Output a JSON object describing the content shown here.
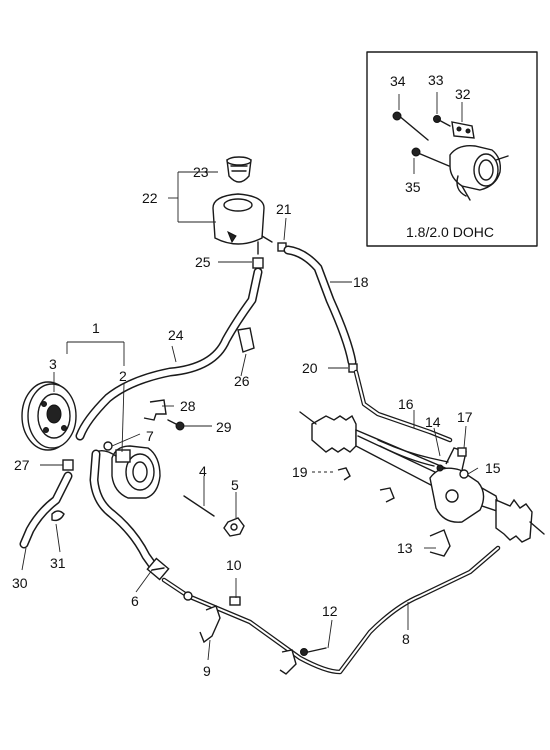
{
  "diagram": {
    "inset_caption": "1.8/2.0 DOHC",
    "callouts": [
      {
        "id": "c1",
        "text": "1"
      },
      {
        "id": "c2",
        "text": "2"
      },
      {
        "id": "c3",
        "text": "3"
      },
      {
        "id": "c4",
        "text": "4"
      },
      {
        "id": "c5",
        "text": "5"
      },
      {
        "id": "c6",
        "text": "6"
      },
      {
        "id": "c7",
        "text": "7"
      },
      {
        "id": "c8",
        "text": "8"
      },
      {
        "id": "c9",
        "text": "9"
      },
      {
        "id": "c10",
        "text": "10"
      },
      {
        "id": "c12",
        "text": "12"
      },
      {
        "id": "c13",
        "text": "13"
      },
      {
        "id": "c14",
        "text": "14"
      },
      {
        "id": "c15",
        "text": "15"
      },
      {
        "id": "c16",
        "text": "16"
      },
      {
        "id": "c17",
        "text": "17"
      },
      {
        "id": "c18",
        "text": "18"
      },
      {
        "id": "c19",
        "text": "19"
      },
      {
        "id": "c20",
        "text": "20"
      },
      {
        "id": "c21",
        "text": "21"
      },
      {
        "id": "c22",
        "text": "22"
      },
      {
        "id": "c23",
        "text": "23"
      },
      {
        "id": "c24",
        "text": "24"
      },
      {
        "id": "c25",
        "text": "25"
      },
      {
        "id": "c26",
        "text": "26"
      },
      {
        "id": "c27",
        "text": "27"
      },
      {
        "id": "c28",
        "text": "28"
      },
      {
        "id": "c29",
        "text": "29"
      },
      {
        "id": "c30",
        "text": "30"
      },
      {
        "id": "c31",
        "text": "31"
      },
      {
        "id": "c32",
        "text": "32"
      },
      {
        "id": "c33",
        "text": "33"
      },
      {
        "id": "c34",
        "text": "34"
      },
      {
        "id": "c35",
        "text": "35"
      }
    ]
  }
}
